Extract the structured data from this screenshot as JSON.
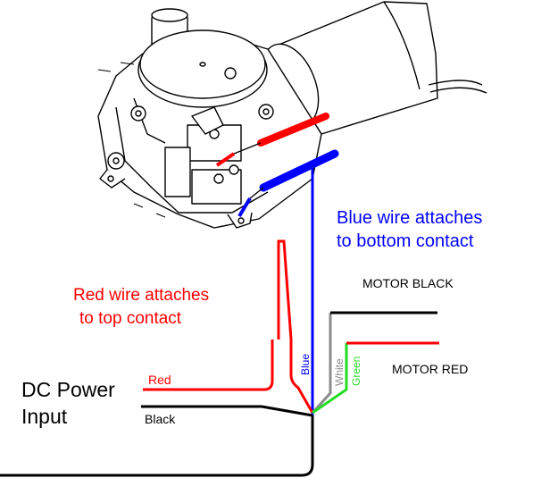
{
  "labels": {
    "blue_note_line1": "Blue wire attaches",
    "blue_note_line2": "to bottom contact",
    "red_note_line1": "Red wire attaches",
    "red_note_line2": "to top contact",
    "motor_black": "MOTOR BLACK",
    "motor_red": "MOTOR RED",
    "dc_power_line1": "DC Power",
    "dc_power_line2": "Input",
    "wire_red": "Red",
    "wire_black": "Black",
    "wire_blue": "Blue",
    "wire_white": "White",
    "wire_green": "Green"
  },
  "colors": {
    "red": "#ff0000",
    "blue": "#0000ff",
    "black": "#000000",
    "white_wire": "#8c8c8c",
    "green": "#22dd22"
  }
}
